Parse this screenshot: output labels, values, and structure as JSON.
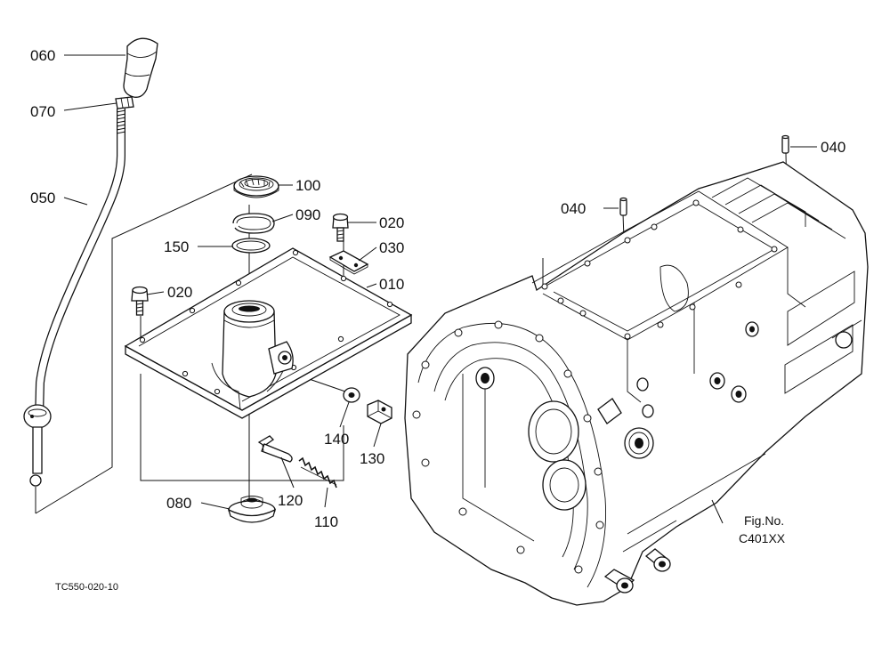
{
  "callouts": [
    {
      "label": "060"
    },
    {
      "label": "070"
    },
    {
      "label": "050"
    },
    {
      "label": "100"
    },
    {
      "label": "090"
    },
    {
      "label": "020"
    },
    {
      "label": "150"
    },
    {
      "label": "030"
    },
    {
      "label": "020"
    },
    {
      "label": "010"
    },
    {
      "label": "040"
    },
    {
      "label": "040"
    },
    {
      "label": "140"
    },
    {
      "label": "130"
    },
    {
      "label": "120"
    },
    {
      "label": "110"
    },
    {
      "label": "080"
    }
  ],
  "figure": {
    "fig_no_label": "Fig.No.",
    "fig_no": "C401XX",
    "drawing_code": "TC550-020-10"
  }
}
